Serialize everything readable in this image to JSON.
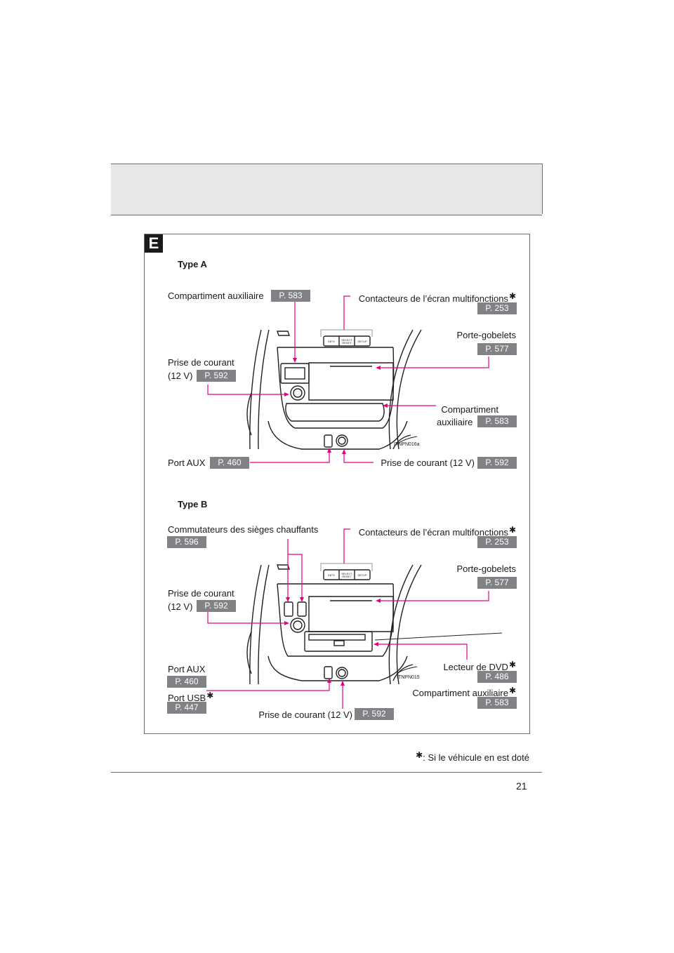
{
  "page": {
    "number": "21",
    "section": "E"
  },
  "footnote": {
    "symbol": "✱",
    "text": ": Si le véhicule en est doté"
  },
  "type_a": {
    "title": "Type A",
    "fig_code": "ITNPN016a",
    "labels": {
      "aux_compartment_top": {
        "text": "Compartiment auxiliaire",
        "page": "P. 583"
      },
      "display_switches": {
        "text": "Contacteurs de l’écran multifonctions",
        "page": "P. 253"
      },
      "cup_holders": {
        "text": "Porte-gobelets",
        "page": "P. 577"
      },
      "power_outlet_left_line1": "Prise de courant",
      "power_outlet_left_line2": "(12 V)",
      "power_outlet_left_page": "P. 592",
      "aux_compartment_lower_line1": "Compartiment",
      "aux_compartment_lower_line2": "auxiliaire",
      "aux_compartment_lower_page": "P. 583",
      "aux_port": {
        "text": "Port AUX",
        "page": "P. 460"
      },
      "power_outlet_bottom": {
        "text": "Prise de courant (12 V)",
        "page": "P. 592"
      }
    }
  },
  "type_b": {
    "title": "Type B",
    "fig_code": "ITNPN015",
    "labels": {
      "seat_heater_switches": {
        "text": "Commutateurs des sièges chauffants",
        "page": "P. 596"
      },
      "display_switches": {
        "text": "Contacteurs de l’écran multifonctions",
        "page": "P. 253"
      },
      "cup_holders": {
        "text": "Porte-gobelets",
        "page": "P. 577"
      },
      "power_outlet_left_line1": "Prise de courant",
      "power_outlet_left_line2": "(12 V)",
      "power_outlet_left_page": "P. 592",
      "aux_port": {
        "text": "Port AUX",
        "page": "P. 460"
      },
      "usb_port": {
        "text": "Port USB",
        "page": "P. 447"
      },
      "dvd_player": {
        "text": "Lecteur de DVD",
        "page": "P. 486"
      },
      "aux_compartment": {
        "text": "Compartiment auxiliaire",
        "page": "P. 583"
      },
      "power_outlet_bottom": {
        "text": "Prise de courant (12 V)",
        "page": "P. 592"
      }
    }
  },
  "console_buttons": [
    "INFO",
    "SELECT RESET",
    "SETUP"
  ],
  "colors": {
    "leader_line": "#e6007e",
    "badge": "#808285",
    "header_band": "#e6e7e8"
  }
}
